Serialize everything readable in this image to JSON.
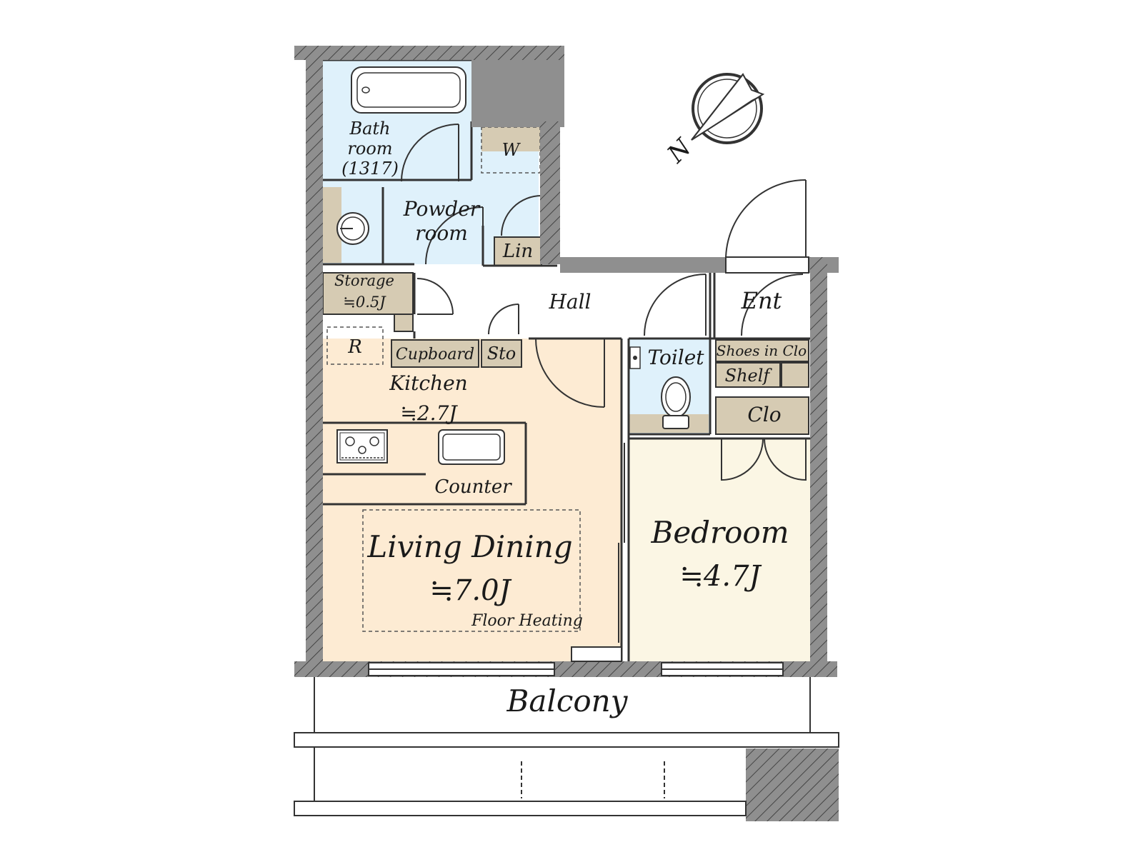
{
  "colors": {
    "wall": "#8f8f8f",
    "wall_dark": "#6f6f6f",
    "water": "#dff1fb",
    "living": "#fdebd3",
    "bedroom": "#fbf6e4",
    "storage": "#d6cbb3",
    "line": "#333333"
  },
  "icons": [
    "north-compass-icon",
    "bathtub-icon",
    "sink-icon",
    "toilet-icon",
    "stove-icon",
    "kitchen-sink-icon"
  ],
  "compass": {
    "label": "N"
  },
  "rooms": {
    "bathroom": {
      "line1": "Bath",
      "line2": "room",
      "line3": "(1317)"
    },
    "washer": {
      "label": "W"
    },
    "powder_room": {
      "line1": "Powder",
      "line2": "room"
    },
    "linen": {
      "label": "Lin"
    },
    "storage": {
      "line1": "Storage",
      "line2": "≒0.5J"
    },
    "hall": {
      "label": "Hall"
    },
    "entrance": {
      "label": "Ent"
    },
    "refrigerator": {
      "label": "R"
    },
    "cupboard": {
      "label": "Cupboard"
    },
    "sto": {
      "label": "Sto"
    },
    "kitchen": {
      "label": "Kitchen",
      "area": "≒2.7J"
    },
    "toilet": {
      "label": "Toilet"
    },
    "shoes_in_closet": {
      "label": "Shoes in Clo"
    },
    "shelf": {
      "label": "Shelf"
    },
    "closet": {
      "label": "Clo"
    },
    "counter": {
      "label": "Counter"
    },
    "living_dining": {
      "label": "Living Dining",
      "area": "≒7.0J",
      "note": "Floor Heating"
    },
    "bedroom": {
      "label": "Bedroom",
      "area": "≒4.7J"
    },
    "balcony": {
      "label": "Balcony"
    }
  }
}
